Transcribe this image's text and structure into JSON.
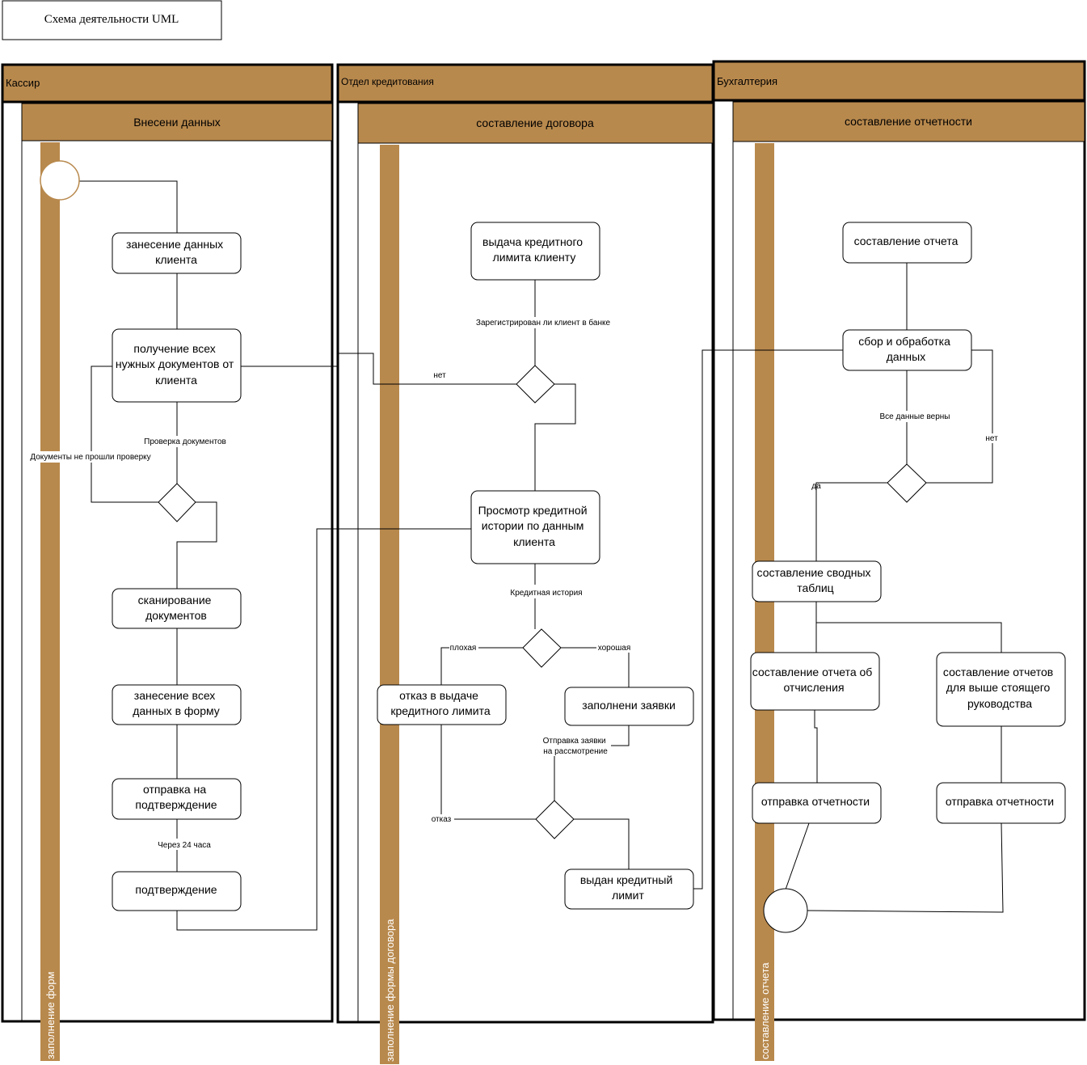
{
  "title": "Схема деятельности UML",
  "colors": {
    "lane_header": "#b8894d",
    "bar": "#b8894d",
    "border": "#000000"
  },
  "lanes": [
    {
      "name": "Кассир",
      "sublane": "Внесени данных",
      "bar_label": "заполнение форм"
    },
    {
      "name": "Отдел кредитования",
      "sublane": "составление договора",
      "bar_label": "заполнение формы договора"
    },
    {
      "name": "Бухгалтерия",
      "sublane": "составление отчетности",
      "bar_label": "составление отчета"
    }
  ],
  "nodes": {
    "cashier_enter_client": [
      "занесение данных",
      "клиента"
    ],
    "cashier_get_docs": [
      "получение всех",
      "нужных документов от",
      "клиента"
    ],
    "cashier_scan": [
      "сканирование",
      "документов"
    ],
    "cashier_fill_form": [
      "занесение всех",
      "данных в форму"
    ],
    "cashier_send_confirm": [
      "отправка на",
      "подтверждение"
    ],
    "cashier_confirm": [
      "подтверждение"
    ],
    "credit_issue_limit": [
      "выдача кредитного",
      "лимита клиенту"
    ],
    "credit_view_history": [
      "Просмотр кредитной",
      "истории по данным",
      "клиента"
    ],
    "credit_refuse": [
      "отказ в выдаче",
      "кредитного лимита"
    ],
    "credit_fill_request": [
      "заполнени заявки"
    ],
    "credit_issued": [
      "выдан кредитный",
      "лимит"
    ],
    "acc_make_report": [
      "составление отчета"
    ],
    "acc_collect": [
      "сбор и обработка",
      "данных"
    ],
    "acc_tables": [
      "составление сводных",
      "таблиц"
    ],
    "acc_expel_report": [
      "составление отчета об",
      "отчисления"
    ],
    "acc_reports_superior": [
      "составление отчетов",
      "для выше стоящего",
      "руководства"
    ],
    "acc_send_1": [
      "отправка отчетности"
    ],
    "acc_send_2": [
      "отправка отчетности"
    ]
  },
  "labels": {
    "check_docs": "Проверка документов",
    "docs_failed": "Документы не прошли проверку",
    "after_24h": "Через 24 часа",
    "registered_q": "Зарегистрирован ли клиент в банке",
    "no_1": "нет",
    "credit_history": "Кредитная история",
    "bad": "плохая",
    "good": "хорошая",
    "send_request_1": "Отправка заявки",
    "send_request_2": "на рассмотрение",
    "refusal": "отказ",
    "all_correct": "Все данные верны",
    "yes": "да",
    "no_2": "нет"
  }
}
